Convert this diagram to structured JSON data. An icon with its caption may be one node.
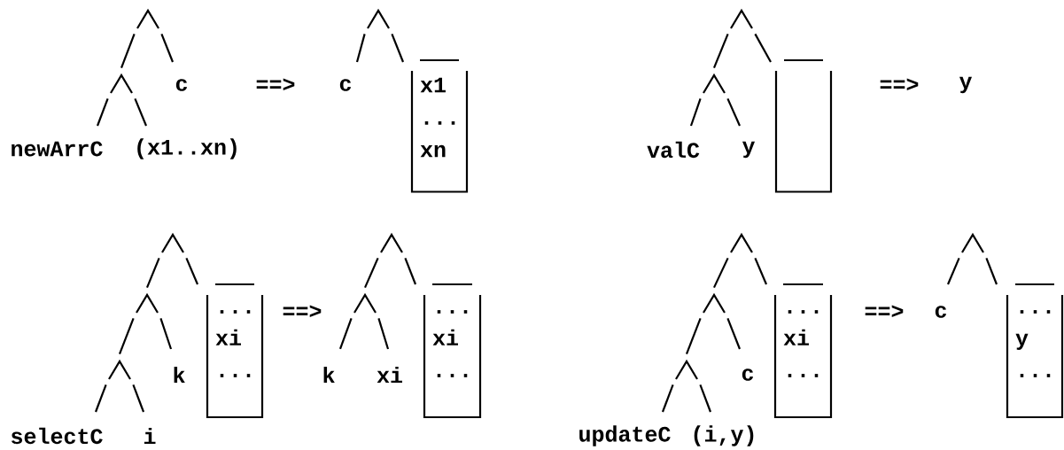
{
  "diagram": {
    "nodes": [
      {
        "text": [],
        "shape": "caret"
      },
      {
        "text": [],
        "shape": "caret"
      },
      {
        "text": [
          "c"
        ]
      },
      {
        "text": [
          "newArrC"
        ]
      },
      {
        "text": [
          "(x1..xn)"
        ]
      },
      {
        "text": [],
        "shape": "caret"
      },
      {
        "text": [
          "c"
        ]
      },
      {
        "text": [
          "x1",
          "...",
          "xn"
        ]
      },
      {
        "text": [],
        "shape": "caret"
      },
      {
        "text": [],
        "shape": "caret"
      },
      {
        "text": [],
        "shape": "box"
      },
      {
        "text": [
          "valC"
        ]
      },
      {
        "text": [
          "y"
        ]
      },
      {
        "text": [
          "y"
        ]
      },
      {
        "text": [],
        "shape": "caret"
      },
      {
        "text": [],
        "shape": "caret"
      },
      {
        "text": [
          "...",
          "xi",
          "..."
        ]
      },
      {
        "text": [],
        "shape": "caret"
      },
      {
        "text": [
          "k"
        ]
      },
      {
        "text": [
          "selectC"
        ]
      },
      {
        "text": [
          "i"
        ]
      },
      {
        "text": [],
        "shape": "caret"
      },
      {
        "text": [],
        "shape": "caret"
      },
      {
        "text": [
          "...",
          "xi",
          "..."
        ]
      },
      {
        "text": [
          "k"
        ]
      },
      {
        "text": [
          "xi"
        ]
      },
      {
        "text": [],
        "shape": "caret"
      },
      {
        "text": [],
        "shape": "caret"
      },
      {
        "text": [
          "...",
          "xi",
          "..."
        ]
      },
      {
        "text": [],
        "shape": "caret"
      },
      {
        "text": [
          "c"
        ]
      },
      {
        "text": [
          "updateC"
        ]
      },
      {
        "text": [
          "(i,y)"
        ]
      },
      {
        "text": [],
        "shape": "caret"
      },
      {
        "text": [
          "c"
        ]
      },
      {
        "text": [
          "...",
          "y",
          "..."
        ]
      }
    ],
    "edges": [
      {
        "from": 0,
        "to": 1,
        "arrow": "none"
      },
      {
        "from": 0,
        "to": 2,
        "arrow": "none"
      },
      {
        "from": 1,
        "to": 3,
        "arrow": "none"
      },
      {
        "from": 1,
        "to": 4,
        "arrow": "none"
      },
      {
        "from": 5,
        "to": 6,
        "arrow": "none"
      },
      {
        "from": 5,
        "to": 7,
        "arrow": "none"
      },
      {
        "from": 8,
        "to": 9,
        "arrow": "none"
      },
      {
        "from": 8,
        "to": 10,
        "arrow": "none"
      },
      {
        "from": 9,
        "to": 11,
        "arrow": "none"
      },
      {
        "from": 9,
        "to": 12,
        "arrow": "none"
      },
      {
        "from": 14,
        "to": 15,
        "arrow": "none"
      },
      {
        "from": 14,
        "to": 16,
        "arrow": "none"
      },
      {
        "from": 15,
        "to": 17,
        "arrow": "none"
      },
      {
        "from": 15,
        "to": 18,
        "arrow": "none"
      },
      {
        "from": 17,
        "to": 19,
        "arrow": "none"
      },
      {
        "from": 17,
        "to": 20,
        "arrow": "none"
      },
      {
        "from": 21,
        "to": 22,
        "arrow": "none"
      },
      {
        "from": 21,
        "to": 23,
        "arrow": "none"
      },
      {
        "from": 22,
        "to": 24,
        "arrow": "none"
      },
      {
        "from": 22,
        "to": 25,
        "arrow": "none"
      },
      {
        "from": 26,
        "to": 27,
        "arrow": "none"
      },
      {
        "from": 26,
        "to": 28,
        "arrow": "none"
      },
      {
        "from": 27,
        "to": 29,
        "arrow": "none"
      },
      {
        "from": 27,
        "to": 30,
        "arrow": "none"
      },
      {
        "from": 29,
        "to": 31,
        "arrow": "none"
      },
      {
        "from": 29,
        "to": 32,
        "arrow": "none"
      },
      {
        "from": 33,
        "to": 34,
        "arrow": "none"
      },
      {
        "from": 33,
        "to": 35,
        "arrow": "none"
      }
    ],
    "labels": [
      "==>",
      "==>",
      "==>",
      "==>"
    ]
  }
}
